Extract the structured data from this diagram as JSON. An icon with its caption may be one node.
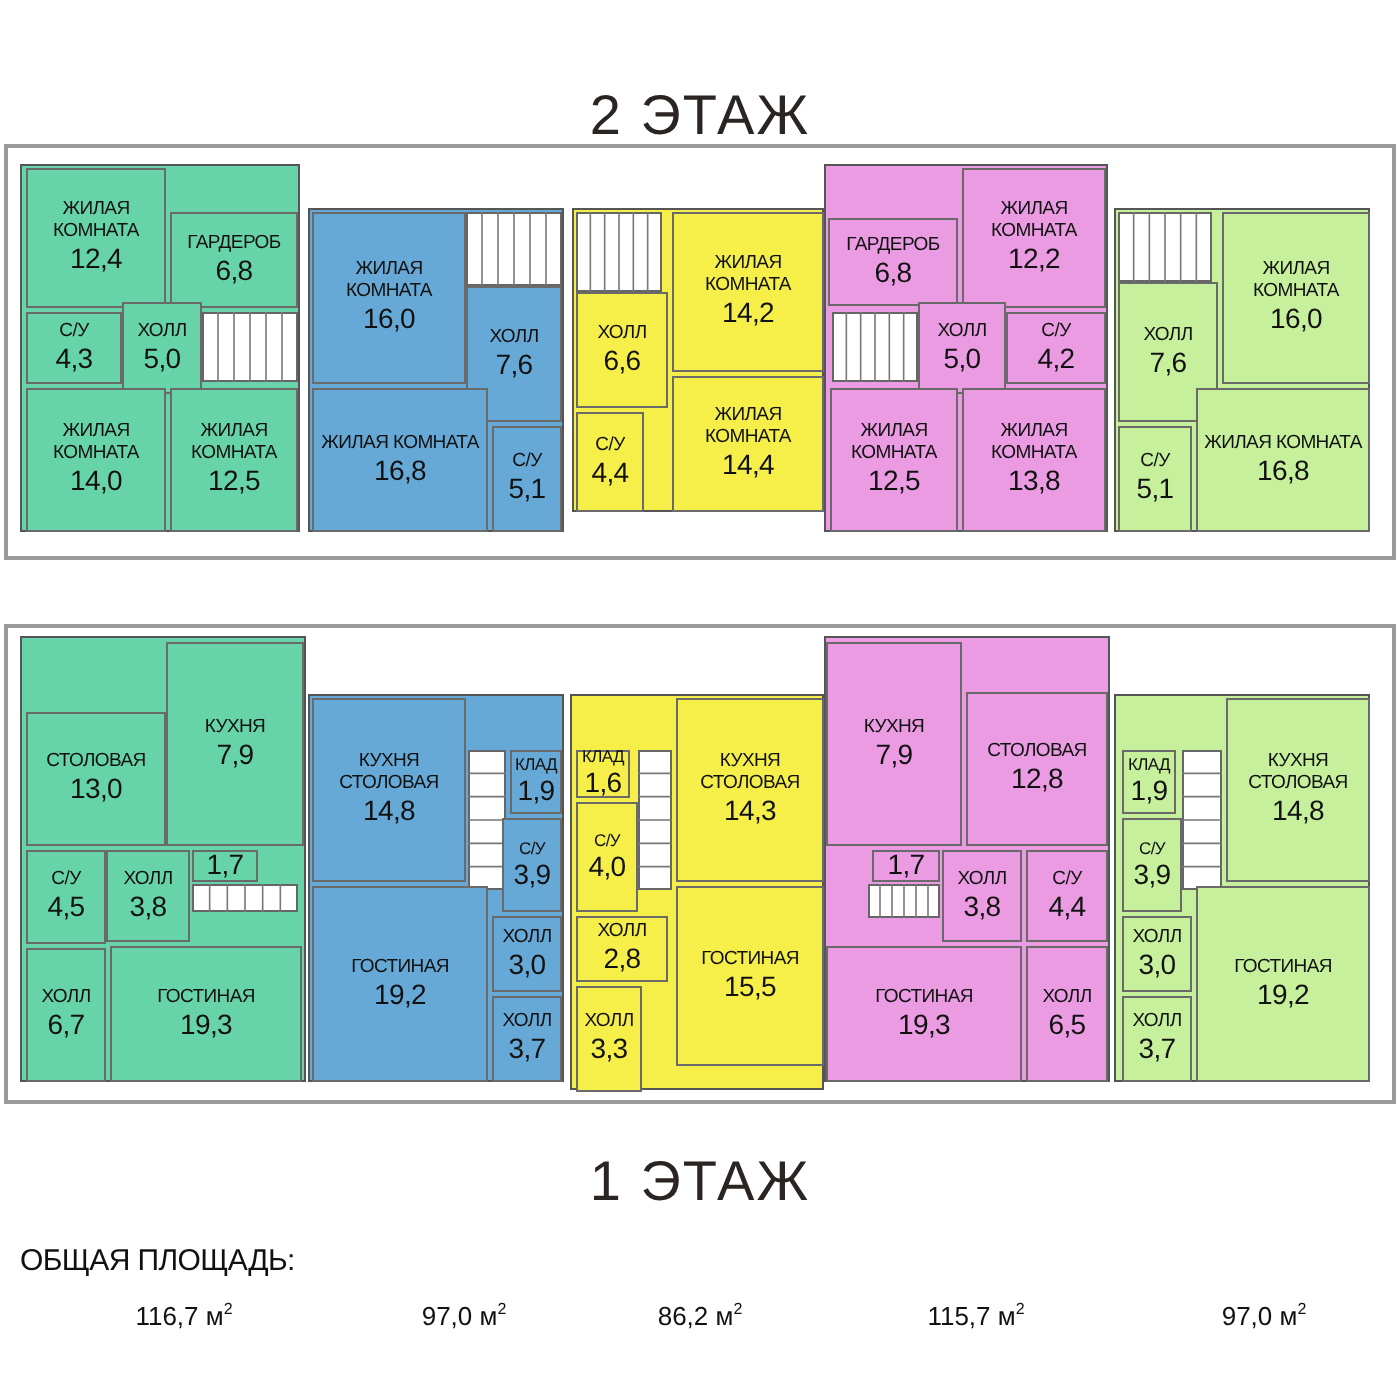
{
  "diagram": {
    "title": "2 ЭТАЖ",
    "nodes": [
      {
        "text": [],
        "shape": "box"
      },
      {
        "text": [
          "ЖИЛАЯ КОМНАТА",
          "12,4"
        ],
        "in": 0
      },
      {
        "text": [
          "ГАРДЕРОБ",
          "6,8"
        ],
        "in": 0
      },
      {
        "text": [
          "С/У",
          "4,3"
        ],
        "in": 0
      },
      {
        "text": [
          "ХОЛЛ",
          "5,0"
        ],
        "in": 0
      },
      {
        "text": [
          "ЖИЛАЯ КОМНАТА",
          "14,0"
        ],
        "in": 0
      },
      {
        "text": [
          "ЖИЛАЯ КОМНАТА",
          "12,5"
        ],
        "in": 0
      },
      {
        "text": [],
        "shape": "box"
      },
      {
        "text": [
          "ЖИЛАЯ КОМНАТА",
          "16,0"
        ],
        "in": 7
      },
      {
        "text": [
          "ХОЛЛ",
          "7,6"
        ],
        "in": 7
      },
      {
        "text": [
          "ЖИЛАЯ КОМНАТА",
          "16,8"
        ],
        "in": 7
      },
      {
        "text": [
          "С/У",
          "5,1"
        ],
        "in": 7
      },
      {
        "text": [],
        "shape": "box"
      },
      {
        "text": [
          "ХОЛЛ",
          "6,6"
        ],
        "in": 12
      },
      {
        "text": [
          "ЖИЛАЯ КОМНАТА",
          "14,2"
        ],
        "in": 12
      },
      {
        "text": [
          "С/У",
          "4,4"
        ],
        "in": 12
      },
      {
        "text": [
          "ЖИЛАЯ КОМНАТА",
          "14,4"
        ],
        "in": 12
      },
      {
        "text": [],
        "shape": "box"
      },
      {
        "text": [
          "ГАРДЕРОБ",
          "6,8"
        ],
        "in": 17
      },
      {
        "text": [
          "ЖИЛАЯ КОМНАТА",
          "12,2"
        ],
        "in": 17
      },
      {
        "text": [
          "ХОЛЛ",
          "5,0"
        ],
        "in": 17
      },
      {
        "text": [
          "С/У",
          "4,2"
        ],
        "in": 17
      },
      {
        "text": [
          "ЖИЛАЯ КОМНАТА",
          "12,5"
        ],
        "in": 17
      },
      {
        "text": [
          "ЖИЛАЯ КОМНАТА",
          "13,8"
        ],
        "in": 17
      },
      {
        "text": [],
        "shape": "box"
      },
      {
        "text": [
          "ХОЛЛ",
          "7,6"
        ],
        "in": 24
      },
      {
        "text": [
          "ЖИЛАЯ КОМНАТА",
          "16,0"
        ],
        "in": 24
      },
      {
        "text": [
          "С/У",
          "5,1"
        ],
        "in": 24
      },
      {
        "text": [
          "ЖИЛАЯ КОМНАТА",
          "16,8"
        ],
        "in": 24
      },
      {
        "text": [],
        "shape": "box"
      },
      {
        "text": [
          "СТОЛОВАЯ",
          "13,0"
        ],
        "in": 29
      },
      {
        "text": [
          "КУХНЯ",
          "7,9"
        ],
        "in": 29
      },
      {
        "text": [
          "С/У",
          "4,5"
        ],
        "in": 29
      },
      {
        "text": [
          "ХОЛЛ",
          "3,8"
        ],
        "in": 29
      },
      {
        "text": [
          "1,7"
        ],
        "in": 29
      },
      {
        "text": [
          "ХОЛЛ",
          "6,7"
        ],
        "in": 29
      },
      {
        "text": [
          "ГОСТИНАЯ",
          "19,3"
        ],
        "in": 29
      },
      {
        "text": [],
        "shape": "box"
      },
      {
        "text": [
          "КУХНЯ СТОЛОВАЯ",
          "14,8"
        ],
        "in": 37
      },
      {
        "text": [
          "КЛАД",
          "1,9"
        ],
        "in": 37
      },
      {
        "text": [
          "С/У",
          "3,9"
        ],
        "in": 37
      },
      {
        "text": [
          "ГОСТИНАЯ",
          "19,2"
        ],
        "in": 37
      },
      {
        "text": [
          "ХОЛЛ",
          "3,0"
        ],
        "in": 37
      },
      {
        "text": [
          "ХОЛЛ",
          "3,7"
        ],
        "in": 37
      },
      {
        "text": [],
        "shape": "box"
      },
      {
        "text": [
          "КЛАД",
          "1,6"
        ],
        "in": 44
      },
      {
        "text": [
          "С/У",
          "4,0"
        ],
        "in": 44
      },
      {
        "text": [
          "КУХНЯ СТОЛОВАЯ",
          "14,3"
        ],
        "in": 44
      },
      {
        "text": [
          "ХОЛЛ",
          "2,8"
        ],
        "in": 44
      },
      {
        "text": [
          "ГОСТИНАЯ",
          "15,5"
        ],
        "in": 44
      },
      {
        "text": [
          "ХОЛЛ",
          "3,3"
        ],
        "in": 44
      },
      {
        "text": [],
        "shape": "box"
      },
      {
        "text": [
          "КУХНЯ",
          "7,9"
        ],
        "in": 51
      },
      {
        "text": [
          "СТОЛОВАЯ",
          "12,8"
        ],
        "in": 51
      },
      {
        "text": [
          "1,7"
        ],
        "in": 51
      },
      {
        "text": [
          "ХОЛЛ",
          "3,8"
        ],
        "in": 51
      },
      {
        "text": [
          "С/У",
          "4,4"
        ],
        "in": 51
      },
      {
        "text": [
          "ГОСТИНАЯ",
          "19,3"
        ],
        "in": 51
      },
      {
        "text": [
          "ХОЛЛ",
          "6,5"
        ],
        "in": 51
      },
      {
        "text": [],
        "shape": "box"
      },
      {
        "text": [
          "КЛАД",
          "1,9"
        ],
        "in": 59
      },
      {
        "text": [
          "КУХНЯ СТОЛОВАЯ",
          "14,8"
        ],
        "in": 59
      },
      {
        "text": [
          "С/У",
          "3,9"
        ],
        "in": 59
      },
      {
        "text": [
          "ХОЛЛ",
          "3,0"
        ],
        "in": 59
      },
      {
        "text": [
          "ГОСТИНАЯ",
          "19,2"
        ],
        "in": 59
      },
      {
        "text": [
          "ХОЛЛ",
          "3,7"
        ],
        "in": 59
      }
    ],
    "labels": [
      "1 ЭТАЖ",
      "ОБЩАЯ ПЛОЩАДЬ:",
      "116,7 м$^{2}$",
      "97,0 м$^{2}$",
      "86,2 м$^{2}$",
      "115,7 м$^{2}$",
      "97,0 м$^{2}$"
    ]
  }
}
